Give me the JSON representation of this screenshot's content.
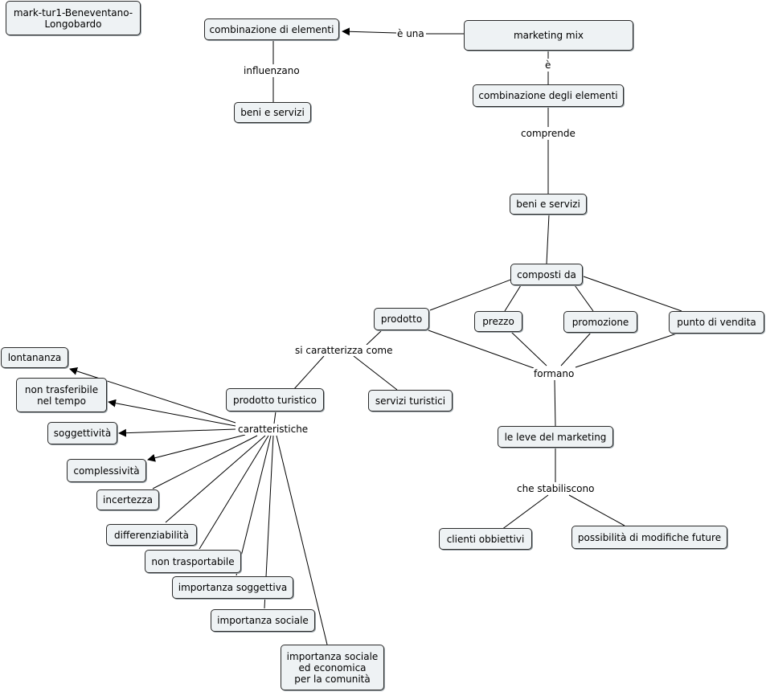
{
  "nodes": {
    "title": "mark-tur1-Beneventano-\nLongobardo",
    "marketing_mix": "marketing mix",
    "combinazione_di_elementi": "combinazione di elementi",
    "beni_servizi_1": "beni e servizi",
    "combinazione_degli_elementi": "combinazione degli elementi",
    "beni_servizi_2": "beni e servizi",
    "composti_da": "composti da",
    "prodotto": "prodotto",
    "prezzo": "prezzo",
    "promozione": "promozione",
    "punto_vendita": "punto  di vendita",
    "prodotto_turistico": "prodotto turistico",
    "servizi_turistici": "servizi turistici",
    "le_leve": "le leve del marketing",
    "clienti_obbiettivi": "clienti obbiettivi",
    "possibilita_modifiche": "possibilità di modifiche future",
    "lontananza": "lontananza",
    "non_trasferibile": "non trasferibile\nnel tempo",
    "soggettivita": "soggettività",
    "complessivita": "complessività",
    "incertezza": "incertezza",
    "differenziabilita": "differenziabilità",
    "non_trasportabile": "non trasportabile",
    "importanza_soggettiva": "importanza soggettiva",
    "importanza_sociale": "importanza sociale",
    "importanza_sociale_economica": "importanza sociale\ned economica\nper la comunità"
  },
  "links": {
    "e_una": "è una",
    "e": "è",
    "influenzano": "influenzano",
    "comprende": "comprende",
    "si_caratterizza_come": "si caratterizza come",
    "formano": "formano",
    "che_stabiliscono": "che stabiliscono",
    "caratteristiche": "caratteristiche"
  },
  "colors": {
    "node_fill": "#eef2f4",
    "node_border": "#2a2a2a",
    "line": "#000000"
  }
}
